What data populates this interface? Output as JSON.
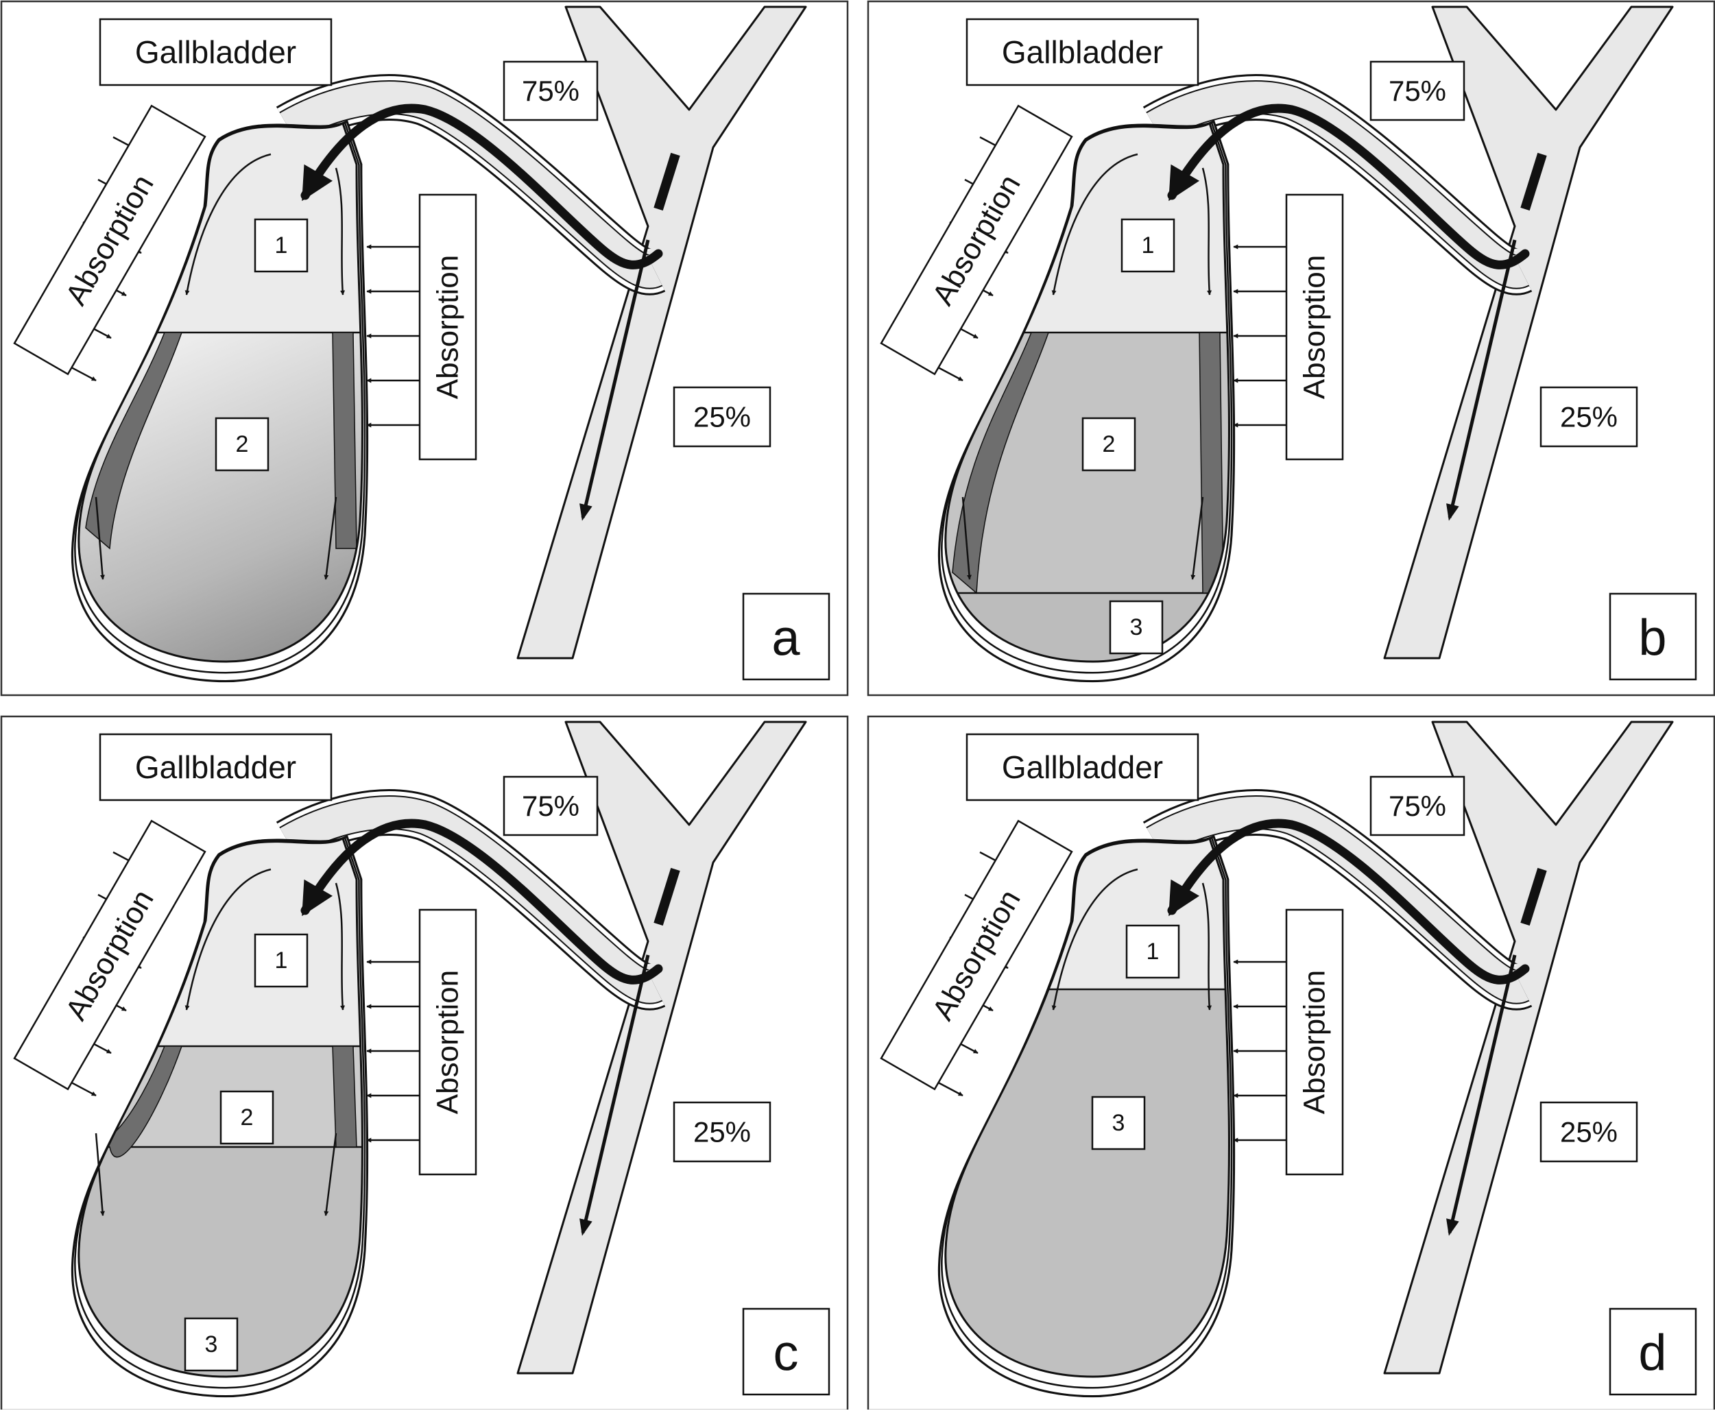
{
  "common_labels": {
    "organ": "Gallbladder",
    "absorption": "Absorption",
    "to_gallbladder": "75%",
    "to_duodenum": "25%"
  },
  "panels": [
    {
      "letter": "a",
      "layers": [
        {
          "label": "1",
          "fill": "#ebebeb"
        },
        {
          "label": "2",
          "fill": "gradient"
        }
      ]
    },
    {
      "letter": "b",
      "layers": [
        {
          "label": "1",
          "fill": "#ebebeb"
        },
        {
          "label": "2",
          "fill": "#c4c4c4"
        },
        {
          "label": "3",
          "fill": "#bcbcbc"
        }
      ]
    },
    {
      "letter": "c",
      "layers": [
        {
          "label": "1",
          "fill": "#ebebeb"
        },
        {
          "label": "2",
          "fill": "#cccccc"
        },
        {
          "label": "3",
          "fill": "#c0c0c0"
        }
      ]
    },
    {
      "letter": "d",
      "layers": [
        {
          "label": "1",
          "fill": "#ebebeb"
        },
        {
          "label": "3",
          "fill": "#c0c0c0"
        }
      ]
    }
  ],
  "colors": {
    "duct_fill": "#e8e8e8",
    "wall_dark": "#6e6e6e",
    "outline": "#111111"
  }
}
